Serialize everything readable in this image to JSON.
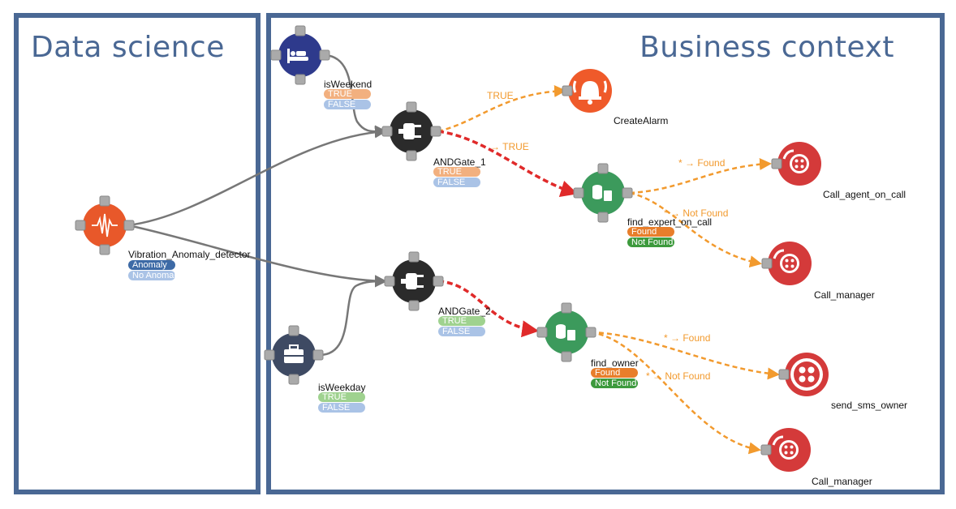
{
  "panels": {
    "data_science": "Data science",
    "business_context": "Business context"
  },
  "nodes": {
    "is_weekend": {
      "label": "isWeekend",
      "outputs": [
        "TRUE",
        "FALSE"
      ],
      "icon": "sleep-icon"
    },
    "and_gate_1": {
      "label": "ANDGate_1",
      "outputs": [
        "TRUE",
        "FALSE"
      ],
      "icon": "plug-icon"
    },
    "create_alarm": {
      "label": "CreateAlarm",
      "icon": "bell-icon"
    },
    "find_expert": {
      "label": "find_expert_on_call",
      "outputs": [
        "Found",
        "Not Found"
      ],
      "icon": "database-file-icon"
    },
    "call_agent": {
      "label": "Call_agent_on_call",
      "icon": "twilio-phone-icon"
    },
    "call_manager_1": {
      "label": "Call_manager",
      "icon": "twilio-phone-icon"
    },
    "vibration": {
      "label": "Vibration_Anomaly_detector",
      "outputs": [
        "Anomaly",
        "No Anomaly"
      ],
      "icon": "waveform-icon"
    },
    "and_gate_2": {
      "label": "ANDGate_2",
      "outputs": [
        "TRUE",
        "FALSE"
      ],
      "icon": "plug-icon"
    },
    "find_owner": {
      "label": "find_owner",
      "outputs": [
        "Found",
        "Not Found"
      ],
      "icon": "database-file-icon"
    },
    "send_sms": {
      "label": "send_sms_owner",
      "icon": "twilio-sms-icon"
    },
    "is_weekday": {
      "label": "isWeekday",
      "outputs": [
        "TRUE",
        "FALSE"
      ],
      "icon": "briefcase-icon"
    },
    "call_manager_2": {
      "label": "Call_manager",
      "icon": "twilio-phone-icon"
    }
  },
  "edges": {
    "gate1_to_alarm": "TRUE",
    "gate1_to_expert": "→ TRUE",
    "expert_found": "* → Found",
    "expert_not_found": "* → Not Found",
    "owner_found": "* → Found",
    "owner_not_found": "* → Not Found"
  },
  "colors": {
    "panel_border": "#4a6894",
    "gate": "#2b2b2b",
    "weekend": "#2e3a8c",
    "weekday": "#3e4a63",
    "vibration": "#e8582a",
    "alarm": "#ef5a2a",
    "db": "#3c9a5c",
    "twilio": "#d43a3a",
    "grey_edge": "#777777",
    "orange_edge": "#f29a2e",
    "red_edge": "#e02a2a"
  }
}
